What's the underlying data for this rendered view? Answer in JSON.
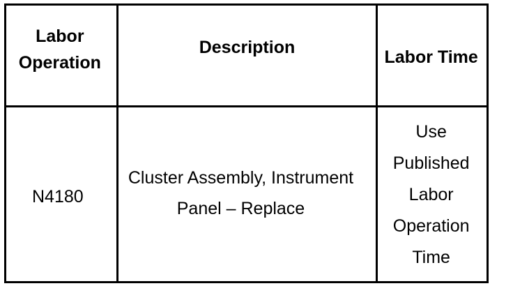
{
  "table": {
    "headers": {
      "labor_operation": "Labor Operation",
      "description": "Description",
      "labor_time": "Labor Time"
    },
    "rows": [
      {
        "labor_operation": "N4180",
        "description": "Cluster Assembly, Instrument Panel – Replace",
        "labor_time": "Use Published Labor Operation Time"
      }
    ]
  }
}
